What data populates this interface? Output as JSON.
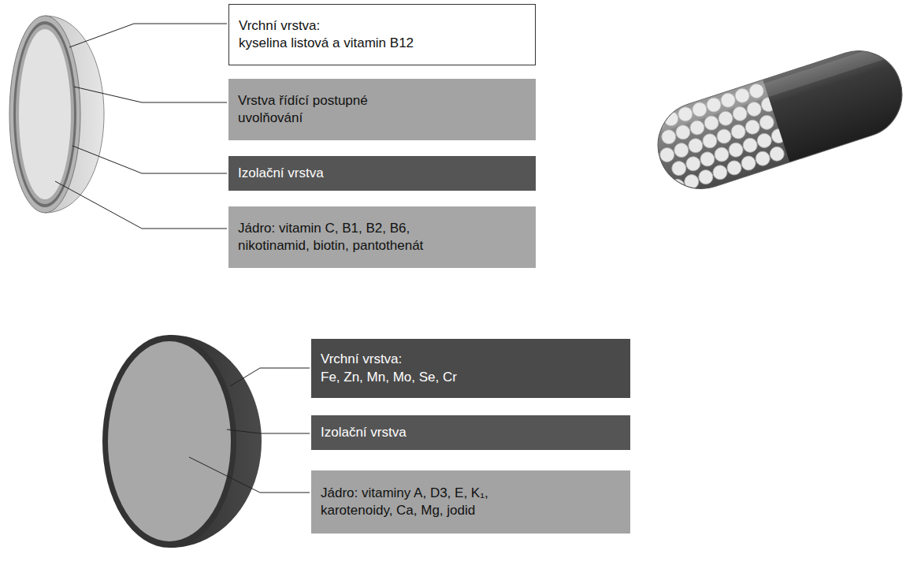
{
  "diagram": {
    "nodes": [
      {
        "text": [
          "Vrchní vrstva:",
          "kyselina listová a vitamin B12"
        ]
      },
      {
        "text": [
          "Vrstva řídící postupné uvolňování"
        ]
      },
      {
        "text": [
          "Izolační vrstva"
        ]
      },
      {
        "text": [
          "Jádro: vitamin C, B1, B2, B6, nikotinamid, biotin, pantothenát"
        ]
      },
      {
        "text": [
          "Vrchní vrstva:",
          "Fe, Zn, Mn, Mo, Se, Cr"
        ]
      },
      {
        "text": [
          "Izolační vrstva"
        ]
      },
      {
        "text": [
          "Jádro: vitaminy A, D3, E, K₁, karotenoidy, Ca, Mg, jodid"
        ]
      }
    ]
  }
}
